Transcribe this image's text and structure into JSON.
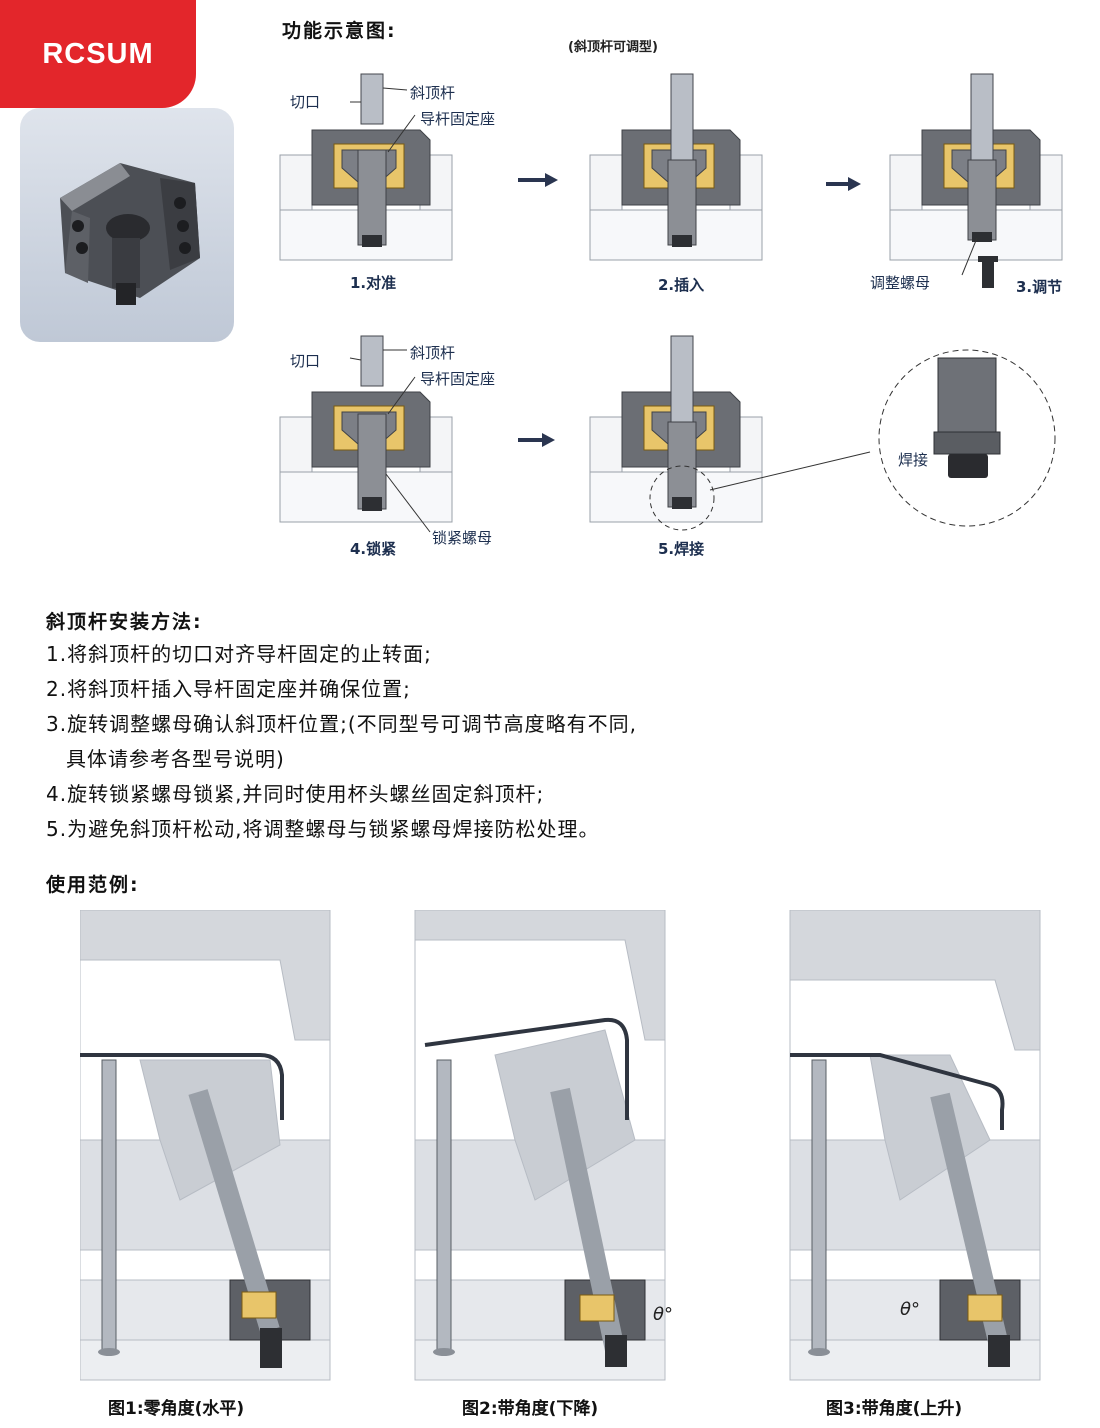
{
  "brand": "RCSUM",
  "diagram": {
    "title": "功能示意图:",
    "subtitle": "(斜顶杆可调型)",
    "labels": {
      "notch": "切口",
      "rod": "斜顶杆",
      "seat": "导杆固定座",
      "adjust_nut": "调整螺母",
      "lock_nut": "锁紧螺母",
      "weld": "焊接"
    },
    "steps": [
      "1.对准",
      "2.插入",
      "3.调节",
      "4.锁紧",
      "5.焊接"
    ]
  },
  "install": {
    "title": "斜顶杆安装方法:",
    "lines": [
      "1.将斜顶杆的切口对齐导杆固定的止转面;",
      "2.将斜顶杆插入导杆固定座并确保位置;",
      "3.旋转调整螺母确认斜顶杆位置;(不同型号可调节高度略有不同,",
      "具体请参考各型号说明)",
      "4.旋转锁紧螺母锁紧,并同时使用杯头螺丝固定斜顶杆;",
      "5.为避免斜顶杆松动,将调整螺母与锁紧螺母焊接防松处理。"
    ]
  },
  "usage": {
    "title": "使用范例:",
    "angle_label": "θ°",
    "captions": [
      "图1:零角度(水平)",
      "图2:带角度(下降)",
      "图3:带角度(上升)"
    ]
  },
  "colors": {
    "brand_red": "#e3262b",
    "plate_gray": "#d9dce1",
    "block_dark": "#6b6e74",
    "seat_yellow": "#e8c56a",
    "label_navy": "#1d2f4f"
  }
}
